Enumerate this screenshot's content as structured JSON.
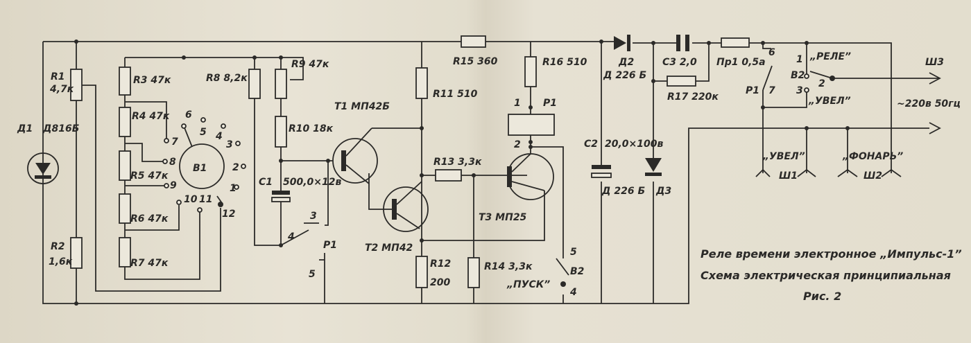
{
  "labels": {
    "d1": "Д1",
    "d1_type": "Д816Б",
    "r1": "R1",
    "r1_val": "4,7к",
    "r2": "R2",
    "r2_val": "1,6к",
    "r3": "R3 47к",
    "r4": "R4 47к",
    "r5": "R5 47к",
    "r6": "R6 47к",
    "r7": "R7 47к",
    "b1": "В1",
    "b1_pins": [
      "1",
      "2",
      "3",
      "4",
      "5",
      "6",
      "7",
      "8",
      "9",
      "10",
      "11",
      "12"
    ],
    "r8": "R8 8,2к",
    "r9": "R9 47к",
    "r10": "R10 18к",
    "c1": "С1",
    "c1_val": "500,0×12в",
    "p1_left": "Р1",
    "p1_c3": "3",
    "p1_c4": "4",
    "p1_c5": "5",
    "t1": "Т1 МП42Б",
    "t2": "Т2 МП42",
    "t3": "Т3 МП25",
    "r11": "R11 510",
    "r12": "R12",
    "r12_val": "200",
    "r13": "R13 3,3к",
    "r14": "R14 3,3к",
    "r15": "R15 360",
    "r16": "R16 510",
    "p1_coil": "Р1",
    "p1_coil_1": "1",
    "p1_coil_2": "2",
    "b2_start": "„ПУСК”",
    "b2": "В2",
    "b2_c4": "4",
    "b2_c5": "5",
    "c2": "С2",
    "c2_val": "20,0×100в",
    "d2": "Д2",
    "d2_type": "Д 226 Б",
    "d3": "Д3",
    "d3_type": "Д 226 Б",
    "c3": "С3  2,0",
    "r17": "R17 220к",
    "fuse": "Пр1 0,5а",
    "p1_right": "Р1",
    "p1_c6": "6",
    "p1_c7": "7",
    "b2_right": "В2",
    "b2_c1": "1",
    "b2_c2": "2",
    "b2_c3": "3",
    "rele": "„РЕЛЕ”",
    "uvel_sw": "„УВЕЛ”",
    "sh3": "Ш3",
    "mains": "~220в 50гц",
    "sh1_name": "„УВЕЛ”",
    "sh1": "Ш1",
    "sh2_name": "„ФОНАРЬ”",
    "sh2": "Ш2"
  },
  "caption": {
    "line1": "Реле времени электронное „Импульс-1”",
    "line2": "Схема электрическая принципиальная",
    "line3": "Рис. 2"
  }
}
